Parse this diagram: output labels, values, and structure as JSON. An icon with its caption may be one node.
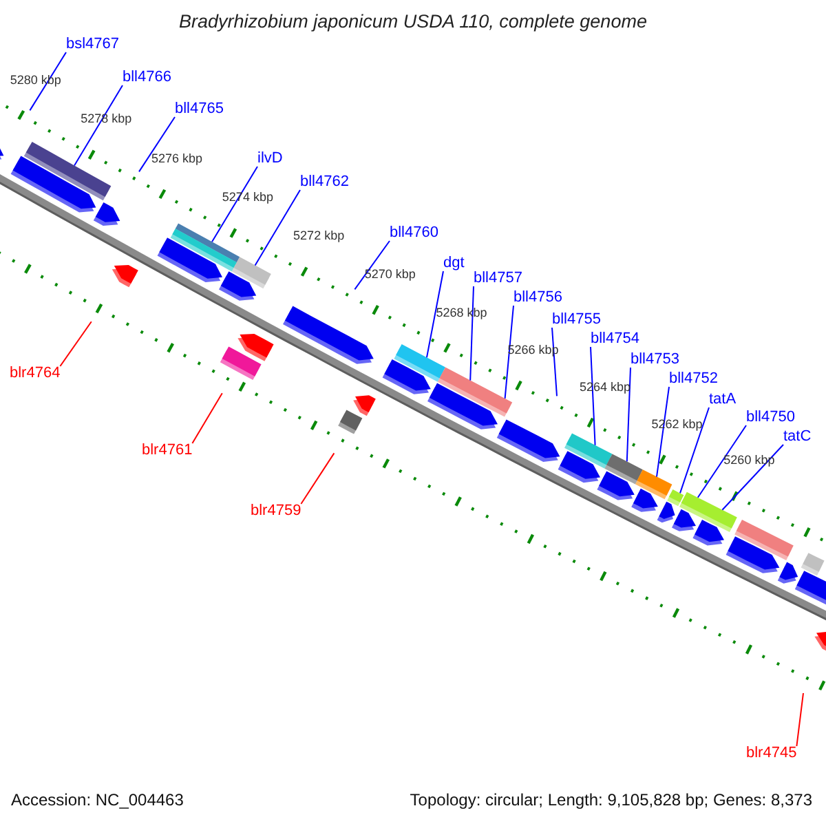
{
  "diagram": {
    "title": "Bradyrhizobium japonicum USDA 110, complete genome",
    "nodes": [
      {
        "text": [
          "bsl4767"
        ]
      },
      {
        "text": [
          "bll4766"
        ]
      },
      {
        "text": [
          "bll4765"
        ]
      },
      {
        "text": [
          "ilvD"
        ]
      },
      {
        "text": [
          "bll4762"
        ]
      },
      {
        "text": [
          "bll4760"
        ]
      },
      {
        "text": [
          "dgt"
        ]
      },
      {
        "text": [
          "bll4757"
        ]
      },
      {
        "text": [
          "bll4756"
        ]
      },
      {
        "text": [
          "bll4755"
        ]
      },
      {
        "text": [
          "bll4754"
        ]
      },
      {
        "text": [
          "bll4753"
        ]
      },
      {
        "text": [
          "blr4764"
        ]
      },
      {
        "text": [
          "bll4752"
        ]
      },
      {
        "text": [
          "tatA"
        ]
      },
      {
        "text": [
          "bll4750"
        ]
      },
      {
        "text": [
          "tatC"
        ]
      },
      {
        "text": [
          "blr4761"
        ]
      },
      {
        "text": [
          "blr4759"
        ]
      },
      {
        "text": [
          "blr4745"
        ]
      },
      {
        "text": [],
        "shape": "pentagon"
      },
      {
        "text": [],
        "shape": "pentagon"
      },
      {
        "text": [],
        "shape": "bar"
      },
      {
        "text": [],
        "shape": "pentagon"
      },
      {
        "text": [],
        "shape": "pentagon"
      },
      {
        "text": [],
        "shape": "pentagon"
      },
      {
        "text": [],
        "shape": "bar"
      },
      {
        "text": [],
        "shape": "pentagon"
      },
      {
        "text": [],
        "shape": "bar"
      },
      {
        "text": [],
        "shape": "bar"
      },
      {
        "text": [],
        "shape": "pentagon"
      },
      {
        "text": [],
        "shape": "pentagon"
      },
      {
        "text": [],
        "shape": "bar"
      },
      {
        "text": [],
        "shape": "pentagon"
      },
      {
        "text": [],
        "shape": "pentagon"
      },
      {
        "text": [],
        "shape": "bar"
      },
      {
        "text": [],
        "shape": "pentagon"
      },
      {
        "text": [],
        "shape": "bar"
      },
      {
        "text": [],
        "shape": "pentagon"
      },
      {
        "text": [],
        "shape": "bar"
      },
      {
        "text": [],
        "shape": "pentagon"
      },
      {
        "text": [],
        "shape": "bar"
      },
      {
        "text": [],
        "shape": "pentagon"
      },
      {
        "text": [],
        "shape": "bar"
      },
      {
        "text": [],
        "shape": "pentagon"
      },
      {
        "text": [],
        "shape": "pentagon"
      },
      {
        "text": [],
        "shape": "bar"
      },
      {
        "text": [],
        "shape": "bar"
      },
      {
        "text": [],
        "shape": "pentagon"
      },
      {
        "text": [],
        "shape": "pentagon"
      },
      {
        "text": [],
        "shape": "bar"
      },
      {
        "text": [],
        "shape": "pentagon"
      },
      {
        "text": [],
        "shape": "pentagon"
      },
      {
        "text": [],
        "shape": "bar"
      },
      {
        "text": [],
        "shape": "pentagon"
      },
      {
        "text": [],
        "shape": "pentagon"
      }
    ],
    "edges": [
      {
        "from": 0,
        "to": null,
        "arrow": "none"
      },
      {
        "from": 1,
        "to": 22,
        "arrow": "none"
      },
      {
        "from": 2,
        "to": null,
        "arrow": "none"
      },
      {
        "from": 3,
        "to": 26,
        "arrow": "none"
      },
      {
        "from": 4,
        "to": 28,
        "arrow": "none"
      },
      {
        "from": 5,
        "to": null,
        "arrow": "none"
      },
      {
        "from": 6,
        "to": 35,
        "arrow": "none"
      },
      {
        "from": 7,
        "to": 37,
        "arrow": "none"
      },
      {
        "from": 8,
        "to": 37,
        "arrow": "none"
      },
      {
        "from": 9,
        "to": null,
        "arrow": "none"
      },
      {
        "from": 10,
        "to": 39,
        "arrow": "none"
      },
      {
        "from": 11,
        "to": 41,
        "arrow": "none"
      },
      {
        "from": 12,
        "to": null,
        "arrow": "none",
        "color": "#ff0000"
      },
      {
        "from": 13,
        "to": 43,
        "arrow": "none"
      },
      {
        "from": 14,
        "to": 46,
        "arrow": "none"
      },
      {
        "from": 15,
        "to": 47,
        "arrow": "none"
      },
      {
        "from": 16,
        "to": 47,
        "arrow": "none"
      },
      {
        "from": 17,
        "to": null,
        "arrow": "none",
        "color": "#ff0000"
      },
      {
        "from": 18,
        "to": null,
        "arrow": "none",
        "color": "#ff0000"
      },
      {
        "from": 19,
        "to": null,
        "arrow": "none",
        "color": "#ff0000"
      }
    ],
    "labels": [
      "5280 kbp",
      "5278 kbp",
      "5276 kbp",
      "5274 kbp",
      "5272 kbp",
      "5270 kbp",
      "5268 kbp",
      "5266 kbp",
      "5264 kbp",
      "5262 kbp",
      "5260 kbp",
      "Accession: NC_004463",
      "Topology: circular; Length: 9,105,828 bp; Genes: 8,373"
    ]
  }
}
